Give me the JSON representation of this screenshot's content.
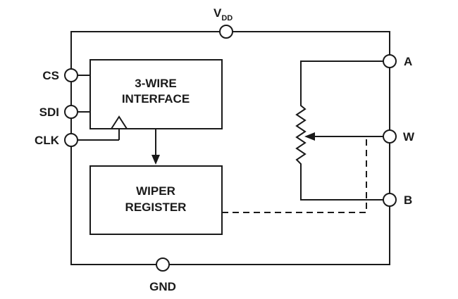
{
  "pins": {
    "vdd": {
      "main": "V",
      "sub": "DD"
    },
    "cs": "CS",
    "sdi": "SDI",
    "clk": "CLK",
    "a": "A",
    "w": "W",
    "b": "B",
    "gnd": "GND"
  },
  "blocks": {
    "interface": {
      "line1": "3-WIRE",
      "line2": "INTERFACE"
    },
    "register": {
      "line1": "WIPER",
      "line2": "REGISTER"
    }
  },
  "colors": {
    "ink": "#1a1a1a",
    "background": "#ffffff"
  }
}
